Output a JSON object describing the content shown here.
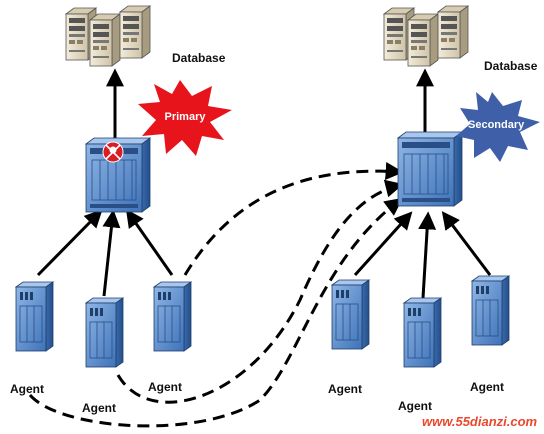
{
  "primary": {
    "database_label": "Database",
    "badge_label": "Primary",
    "badge_color": "#e8141c",
    "agent_labels": [
      "Agent",
      "Agent",
      "Agent"
    ]
  },
  "secondary": {
    "database_label": "Database",
    "badge_label": "Secondary",
    "badge_color": "#3f5fa8",
    "agent_labels": [
      "Agent",
      "Agent",
      "Agent"
    ]
  },
  "watermark": "www.55dianzi.com",
  "colors": {
    "server_blue": "#5b8fd0",
    "server_dark": "#2e5c99",
    "database_beige": "#e6dcc4",
    "arrow": "#000000",
    "failure_icon": "#d81e24"
  }
}
